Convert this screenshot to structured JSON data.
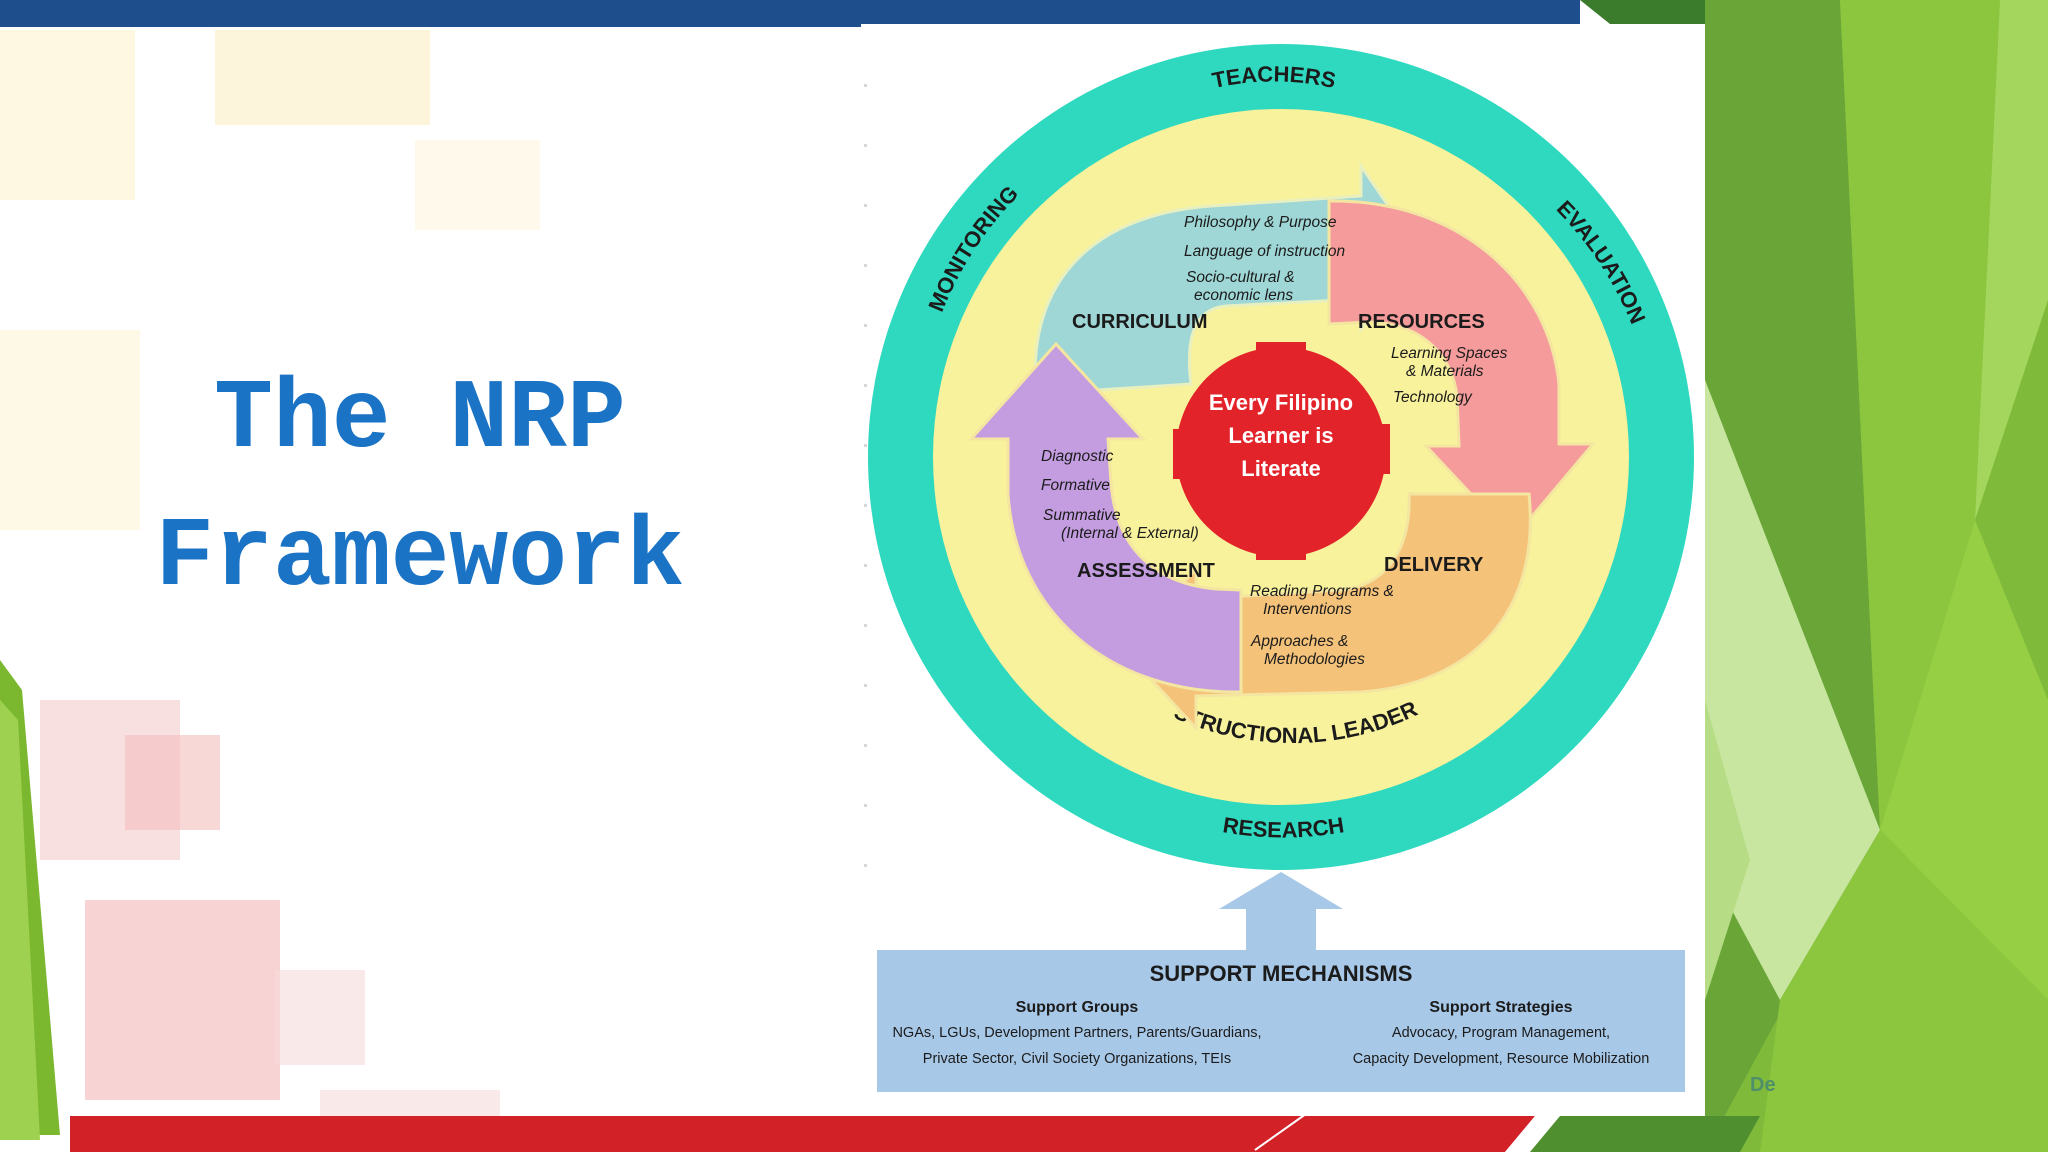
{
  "slide": {
    "title_line1": "The NRP",
    "title_line2": "Framework",
    "footer_partial": "De"
  },
  "colors": {
    "title": "#1a73c4",
    "top_bar": "#1f4e8c",
    "bottom_bar": "#d32128",
    "outer_ring": "#2fd9bf",
    "middle_ring": "#f8f29c",
    "core": "#e3232a",
    "curriculum": "#9fd6d6",
    "resources": "#f59b9b",
    "delivery": "#f5c27a",
    "assessment": "#c39de0",
    "support_box": "#a8c8e8",
    "accent_green": "#8cc63f"
  },
  "diagram": {
    "outer_ring": {
      "top": "TEACHERS",
      "left": "MONITORING",
      "right": "EVALUATION",
      "bottom": "RESEARCH"
    },
    "middle_ring_bottom": "INSTRUCTIONAL LEADERS",
    "core": [
      "Every Filipino",
      "Learner is",
      "Literate"
    ],
    "sections": {
      "curriculum": {
        "title": "CURRICULUM",
        "items": [
          "Philosophy & Purpose",
          "Language of instruction",
          "Socio-cultural &",
          "economic lens"
        ]
      },
      "resources": {
        "title": "RESOURCES",
        "items": [
          "Learning Spaces",
          "& Materials",
          "Technology"
        ]
      },
      "delivery": {
        "title": "DELIVERY",
        "items": [
          "Reading Programs &",
          "Interventions",
          "Approaches &",
          "Methodologies"
        ]
      },
      "assessment": {
        "title": "ASSESSMENT",
        "items": [
          "Diagnostic",
          "Formative",
          "Summative",
          "(Internal & External)"
        ]
      }
    },
    "support": {
      "title": "SUPPORT MECHANISMS",
      "groups_title": "Support Groups",
      "groups_lines": [
        "NGAs, LGUs, Development Partners, Parents/Guardians,",
        "Private Sector, Civil Society Organizations, TEIs"
      ],
      "strategies_title": "Support Strategies",
      "strategies_lines": [
        "Advocacy, Program Management,",
        "Capacity Development, Resource Mobilization"
      ]
    }
  }
}
